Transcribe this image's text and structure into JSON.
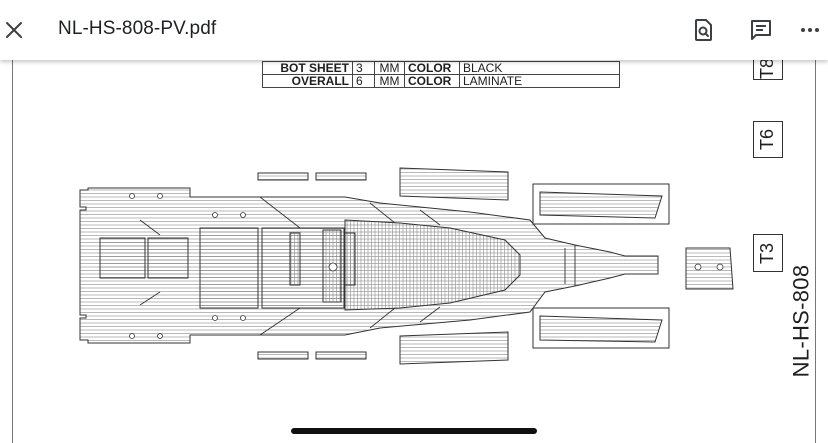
{
  "app_bar": {
    "title": "NL-HS-808-PV.pdf",
    "icons": [
      "close-icon",
      "search-document-icon",
      "comment-icon",
      "more-options-icon"
    ]
  },
  "document": {
    "spec_rows": [
      {
        "label": "BOT SHEET",
        "value": "3",
        "unit": "MM",
        "color_label": "COLOR",
        "color_value": "BLACK"
      },
      {
        "label": "OVERALL",
        "value": "6",
        "unit": "MM",
        "color_label": "COLOR",
        "color_value": "LAMINATE"
      }
    ],
    "template_labels": [
      "T8",
      "T6",
      "T3"
    ],
    "model_number": "NL-HS-808"
  }
}
